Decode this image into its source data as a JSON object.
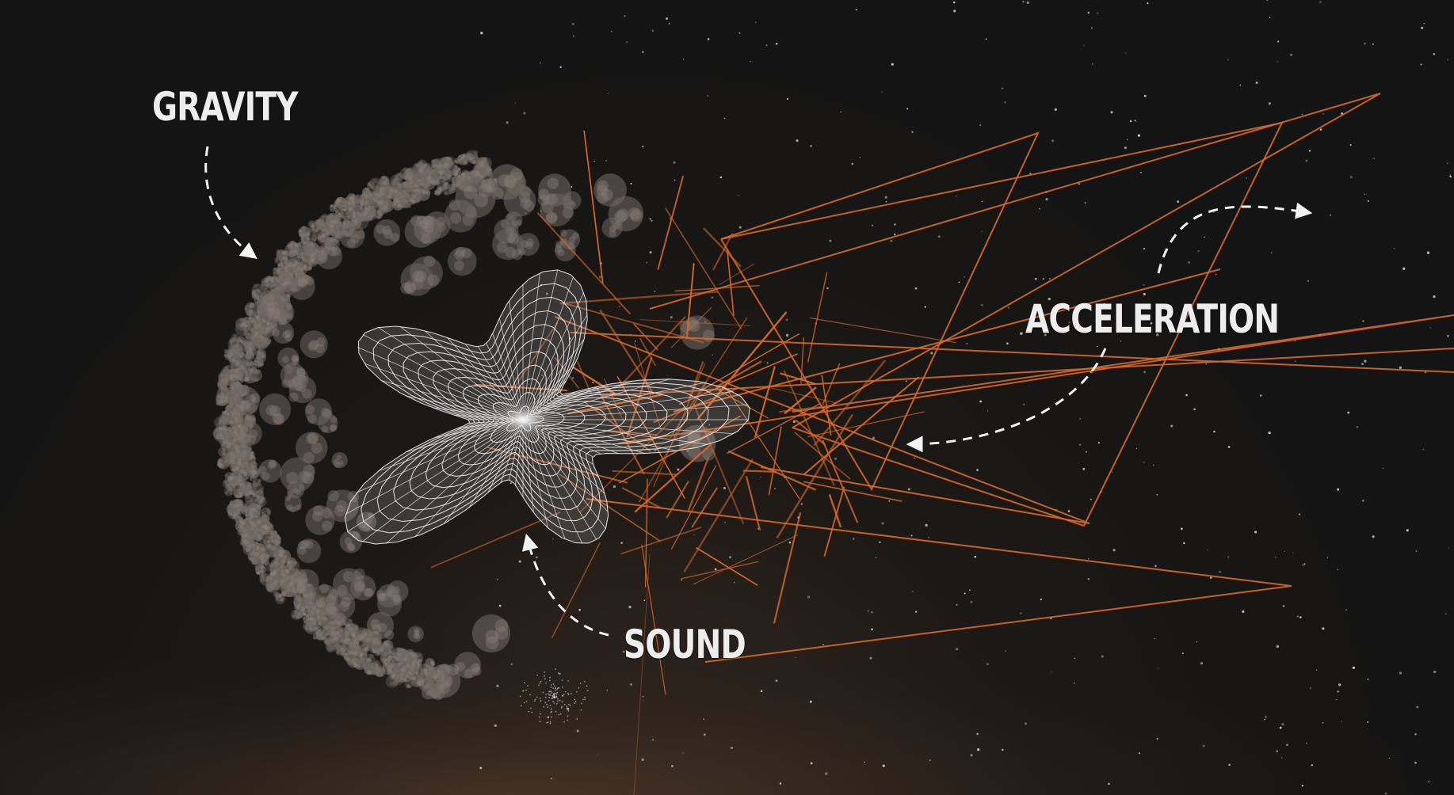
{
  "labels": {
    "gravity": "GRAVITY",
    "acceleration": "ACCELERATION",
    "sound": "SOUND"
  },
  "colors": {
    "background": "#141414",
    "accent_lines": "#d8692a",
    "wireframe": "#f2f2f2",
    "foliage": "#6e6660",
    "stars": "#d9d9d9",
    "label_text": "#ededed"
  },
  "icons": {
    "gravity_arrow": "dashed-curved-arrow-down-right",
    "acceleration_arrow": "dashed-curved-arrow-two-way",
    "sound_arrow": "dashed-curved-arrow-up"
  }
}
